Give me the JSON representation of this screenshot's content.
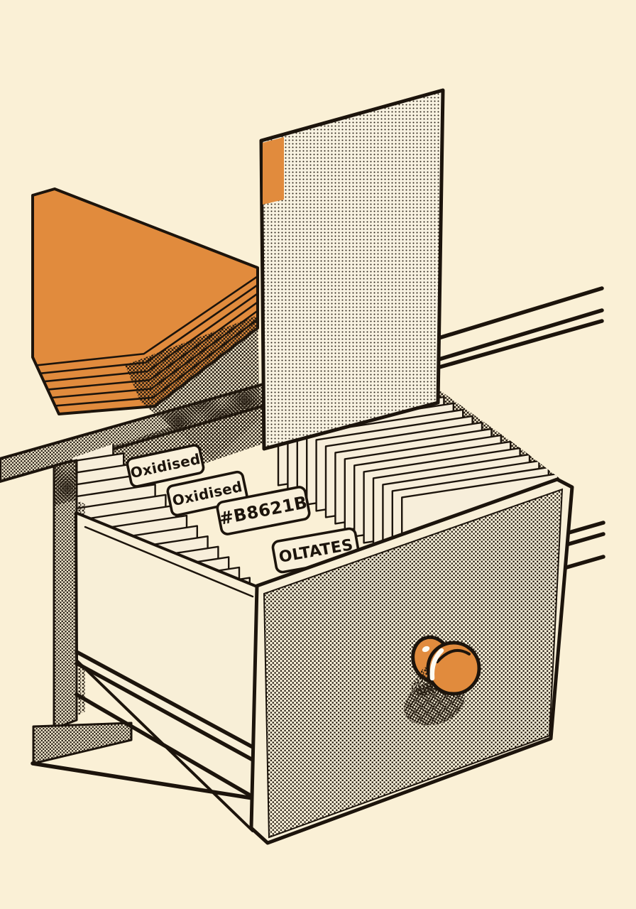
{
  "drawer": {
    "tabs": [
      {
        "label": "Oxidised"
      },
      {
        "label": "Oxidised"
      },
      {
        "label": "#B8621B"
      },
      {
        "label": "OLTATES"
      }
    ]
  },
  "colors": {
    "background": "#FAF0D6",
    "accent_orange": "#E18B3D",
    "ink": "#1C140C",
    "paper": "#F8F0DB"
  }
}
